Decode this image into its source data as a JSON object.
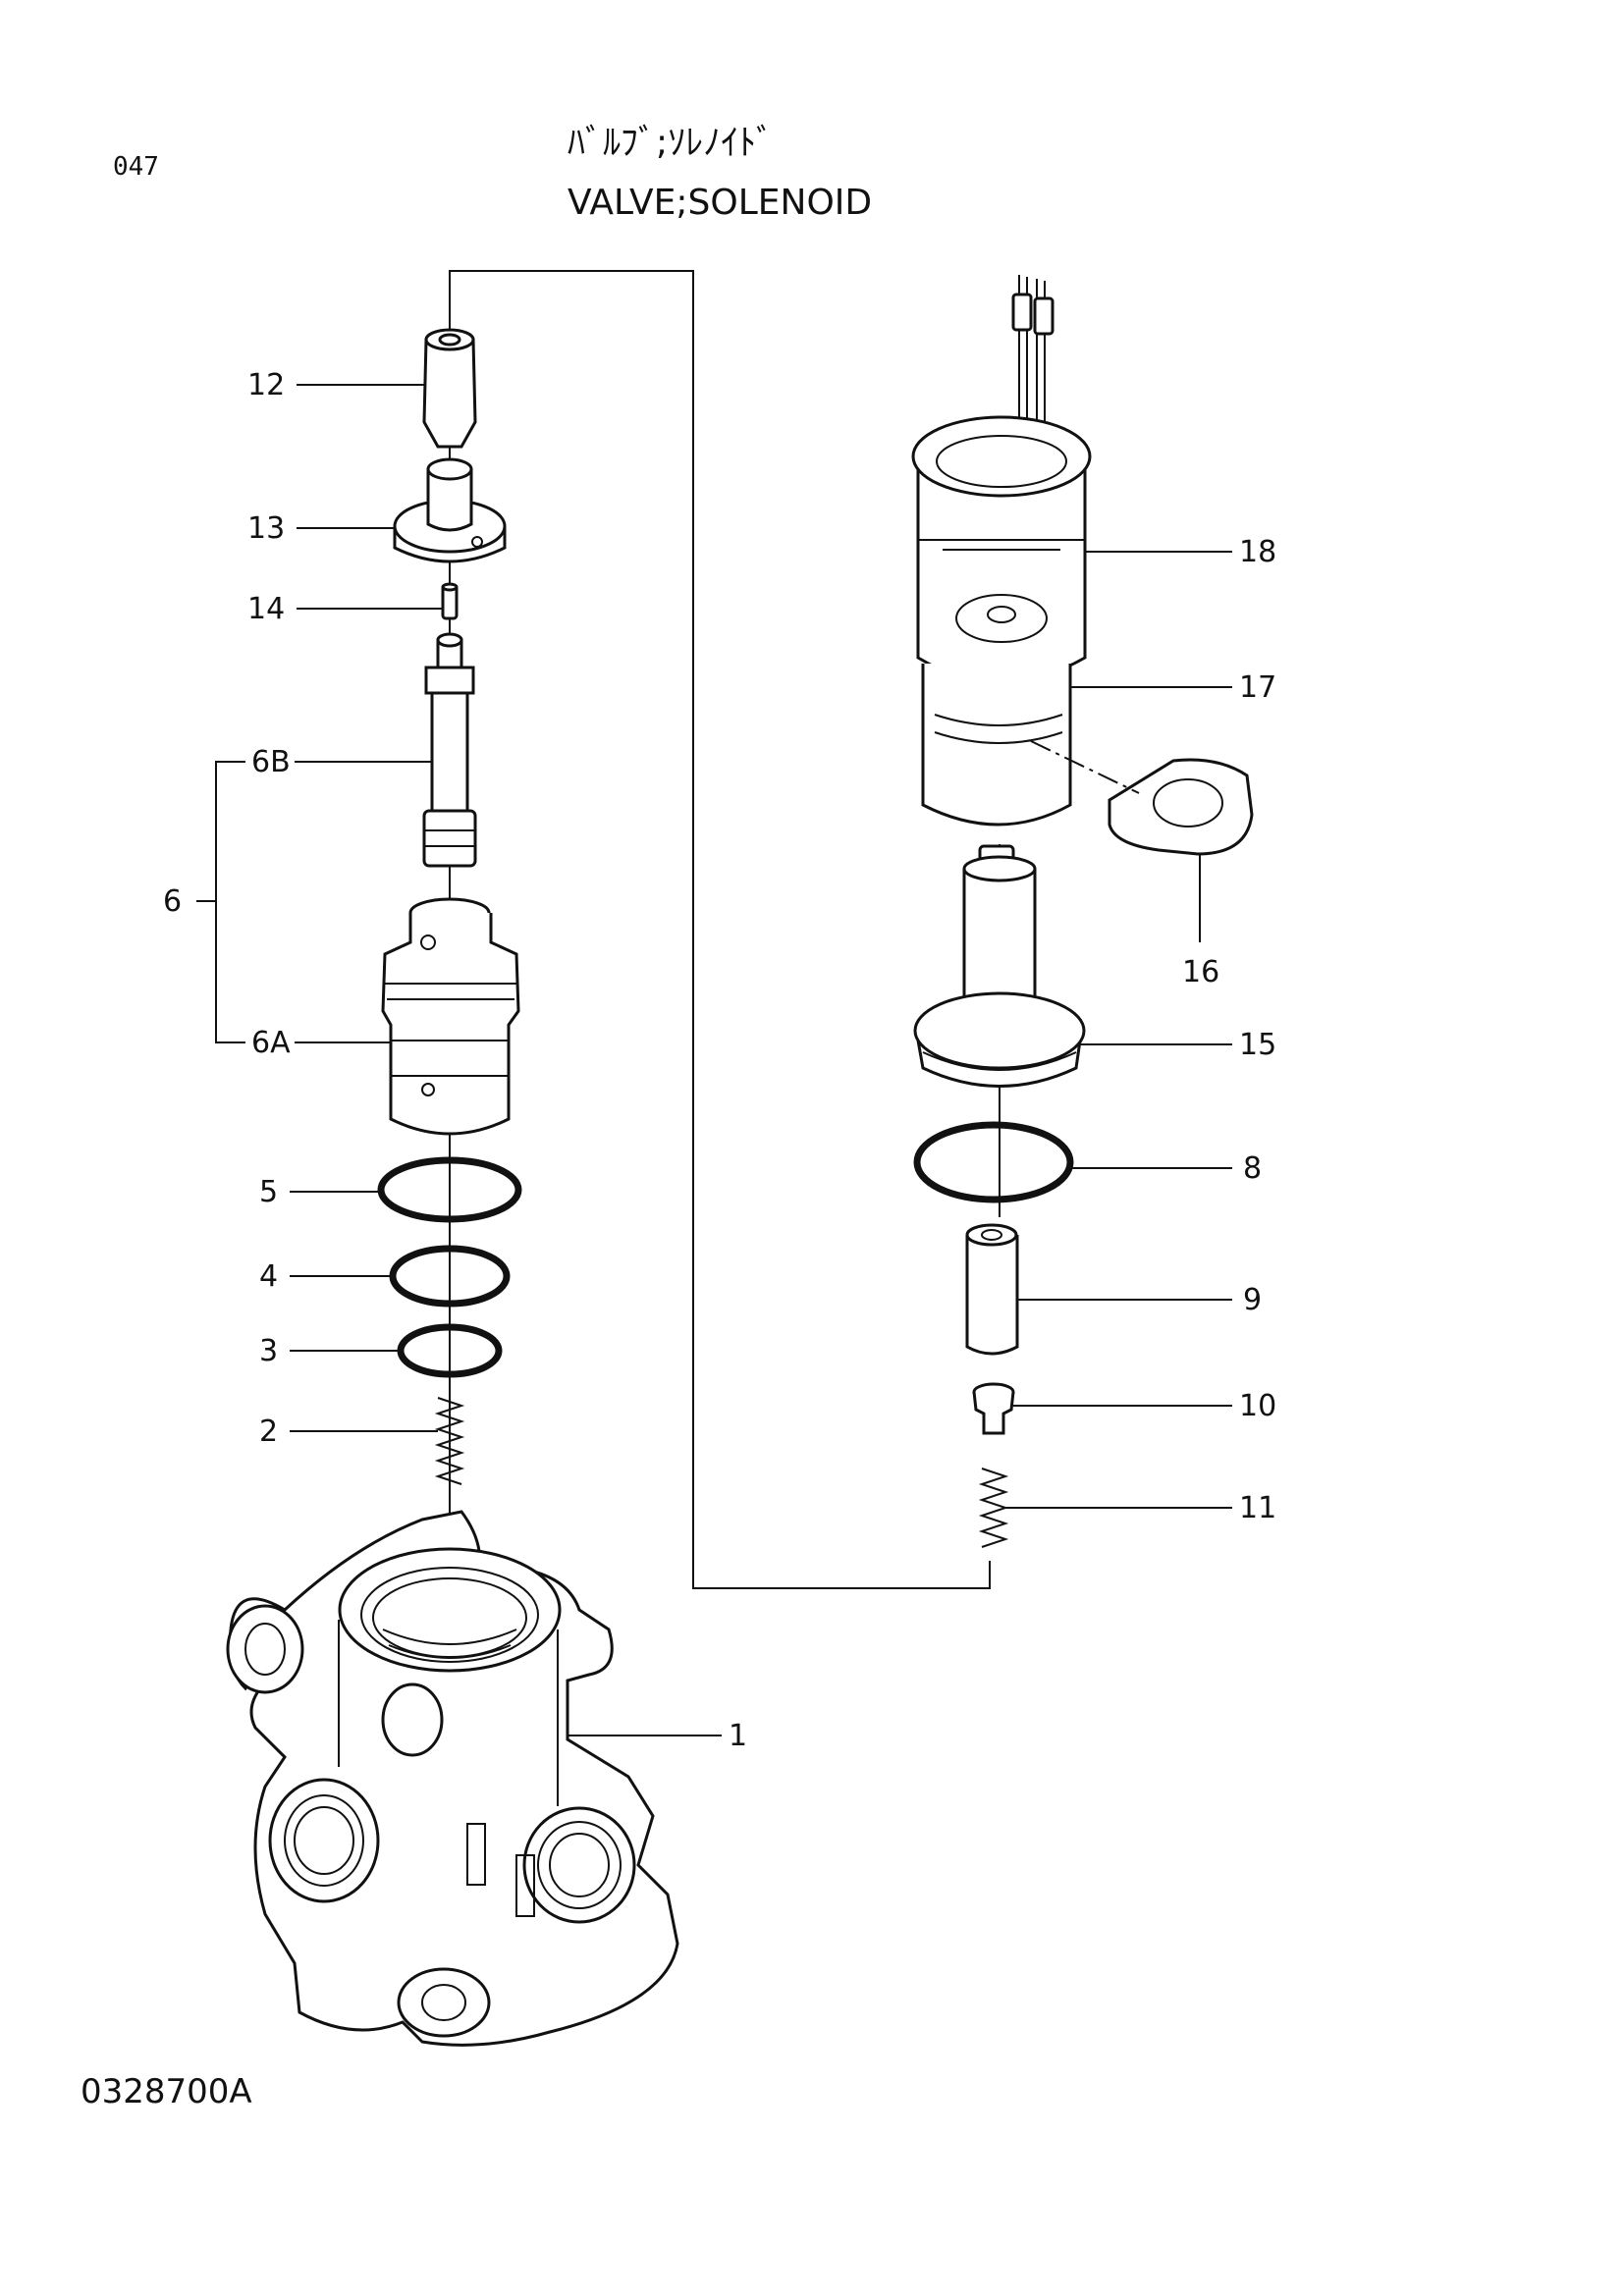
{
  "page_number": "047",
  "title_katakana": "ﾊﾞﾙﾌﾞ;ｿﾚﾉｲﾄﾞ",
  "title_english": "VALVE;SOLENOID",
  "drawing_code": "0328700A",
  "callouts": {
    "c1": "1",
    "c2": "2",
    "c3": "3",
    "c4": "4",
    "c5": "5",
    "c6": "6",
    "c6a": "6A",
    "c6b": "6B",
    "c8": "8",
    "c9": "9",
    "c10": "10",
    "c11": "11",
    "c12": "12",
    "c13": "13",
    "c14": "14",
    "c15": "15",
    "c16": "16",
    "c17": "17",
    "c18": "18"
  }
}
